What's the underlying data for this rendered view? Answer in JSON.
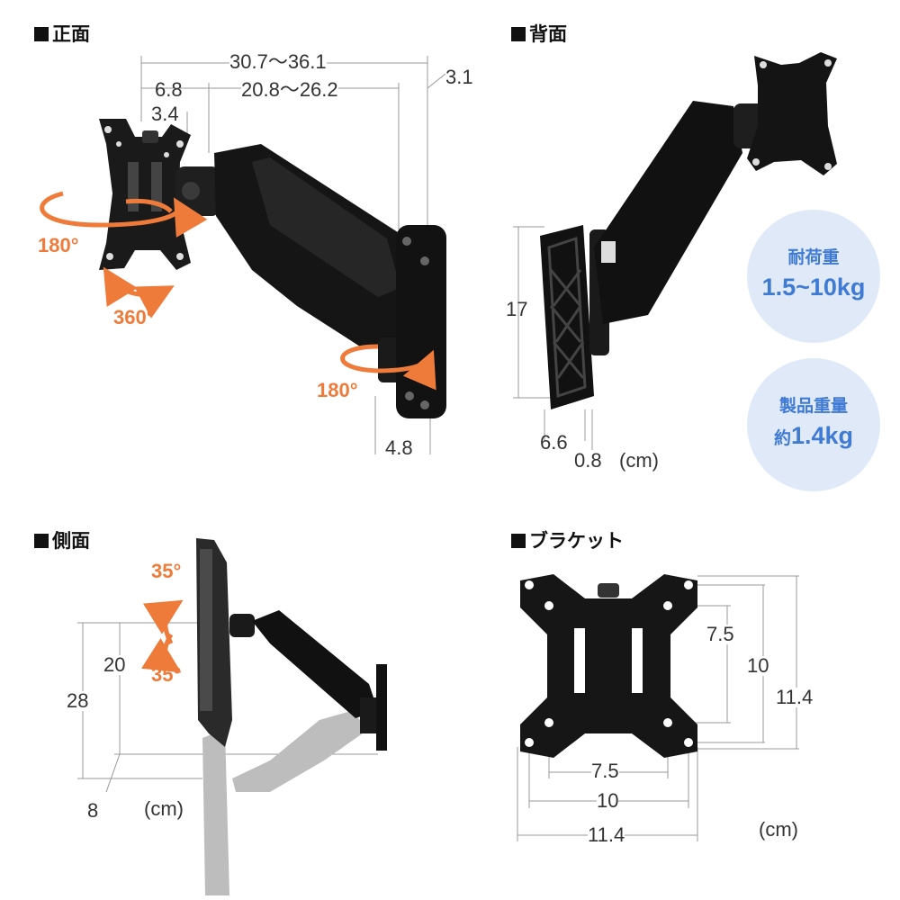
{
  "sections": {
    "front": "正面",
    "back": "背面",
    "side": "側面",
    "bracket": "ブラケット"
  },
  "front": {
    "dim_total_width": "30.7〜36.1",
    "dim_left_offset": "6.8",
    "dim_arm_reach": "20.8〜26.2",
    "dim_right_offset": "3.1",
    "dim_head_offset": "3.4",
    "dim_plate_depth": "4.8",
    "rot_top": "180°",
    "rot_tilt": "360°",
    "rot_base": "180°"
  },
  "back": {
    "dim_plate_height": "17",
    "dim_plate_width": "6.6",
    "dim_plate_thickness": "0.8",
    "unit": "(cm)"
  },
  "badges": {
    "load_label": "耐荷重",
    "load_value": "1.5~10kg",
    "weight_label": "製品重量",
    "weight_prefix": "約",
    "weight_value": "1.4kg"
  },
  "side": {
    "dim_tilt_up": "35°",
    "dim_tilt_down": "35°",
    "dim_height_inner": "20",
    "dim_height_outer": "28",
    "dim_depth": "8",
    "unit": "(cm)"
  },
  "bracket": {
    "dim_v_inner": "7.5",
    "dim_v_mid": "10",
    "dim_v_outer": "11.4",
    "dim_h_inner": "7.5",
    "dim_h_mid": "10",
    "dim_h_outer": "11.4",
    "unit": "(cm)"
  },
  "colors": {
    "accent_orange": "#ee7b3a",
    "badge_bg": "#dfe9f8",
    "badge_text": "#3f7ad3",
    "product_black": "#1a1a1a"
  }
}
